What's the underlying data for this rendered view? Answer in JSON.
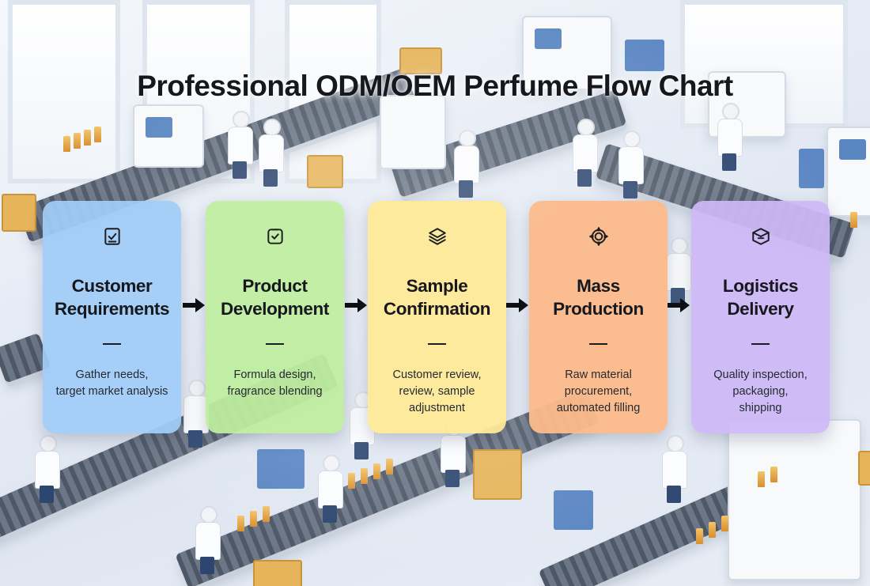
{
  "title": "Professional ODM/OEM Perfume Flow Chart",
  "steps": [
    {
      "icon": "checklist-icon",
      "title_line1": "Customer",
      "title_line2": "Requirements",
      "desc_line1": "Gather needs,",
      "desc_line2": "target market analysis",
      "desc_line3": "",
      "color": "#a0ccf8"
    },
    {
      "icon": "check-box-icon",
      "title_line1": "Product",
      "title_line2": "Development",
      "desc_line1": "Formula design,",
      "desc_line2": "fragrance blending",
      "desc_line3": "",
      "color": "#beee9e"
    },
    {
      "icon": "layers-icon",
      "title_line1": "Sample",
      "title_line2": "Confirmation",
      "desc_line1": "Customer review,",
      "desc_line2": "review, sample",
      "desc_line3": "adjustment",
      "color": "#feea96"
    },
    {
      "icon": "gear-icon",
      "title_line1": "Mass",
      "title_line2": "Production",
      "desc_line1": "Raw material",
      "desc_line2": "procurement,",
      "desc_line3": "automated filling",
      "color": "#fcba8a"
    },
    {
      "icon": "package-icon",
      "title_line1": "Logistics",
      "title_line2": "Delivery",
      "desc_line1": "Quality inspection,",
      "desc_line2": "packaging,",
      "desc_line3": "shipping",
      "color": "#ceb8f6"
    }
  ]
}
